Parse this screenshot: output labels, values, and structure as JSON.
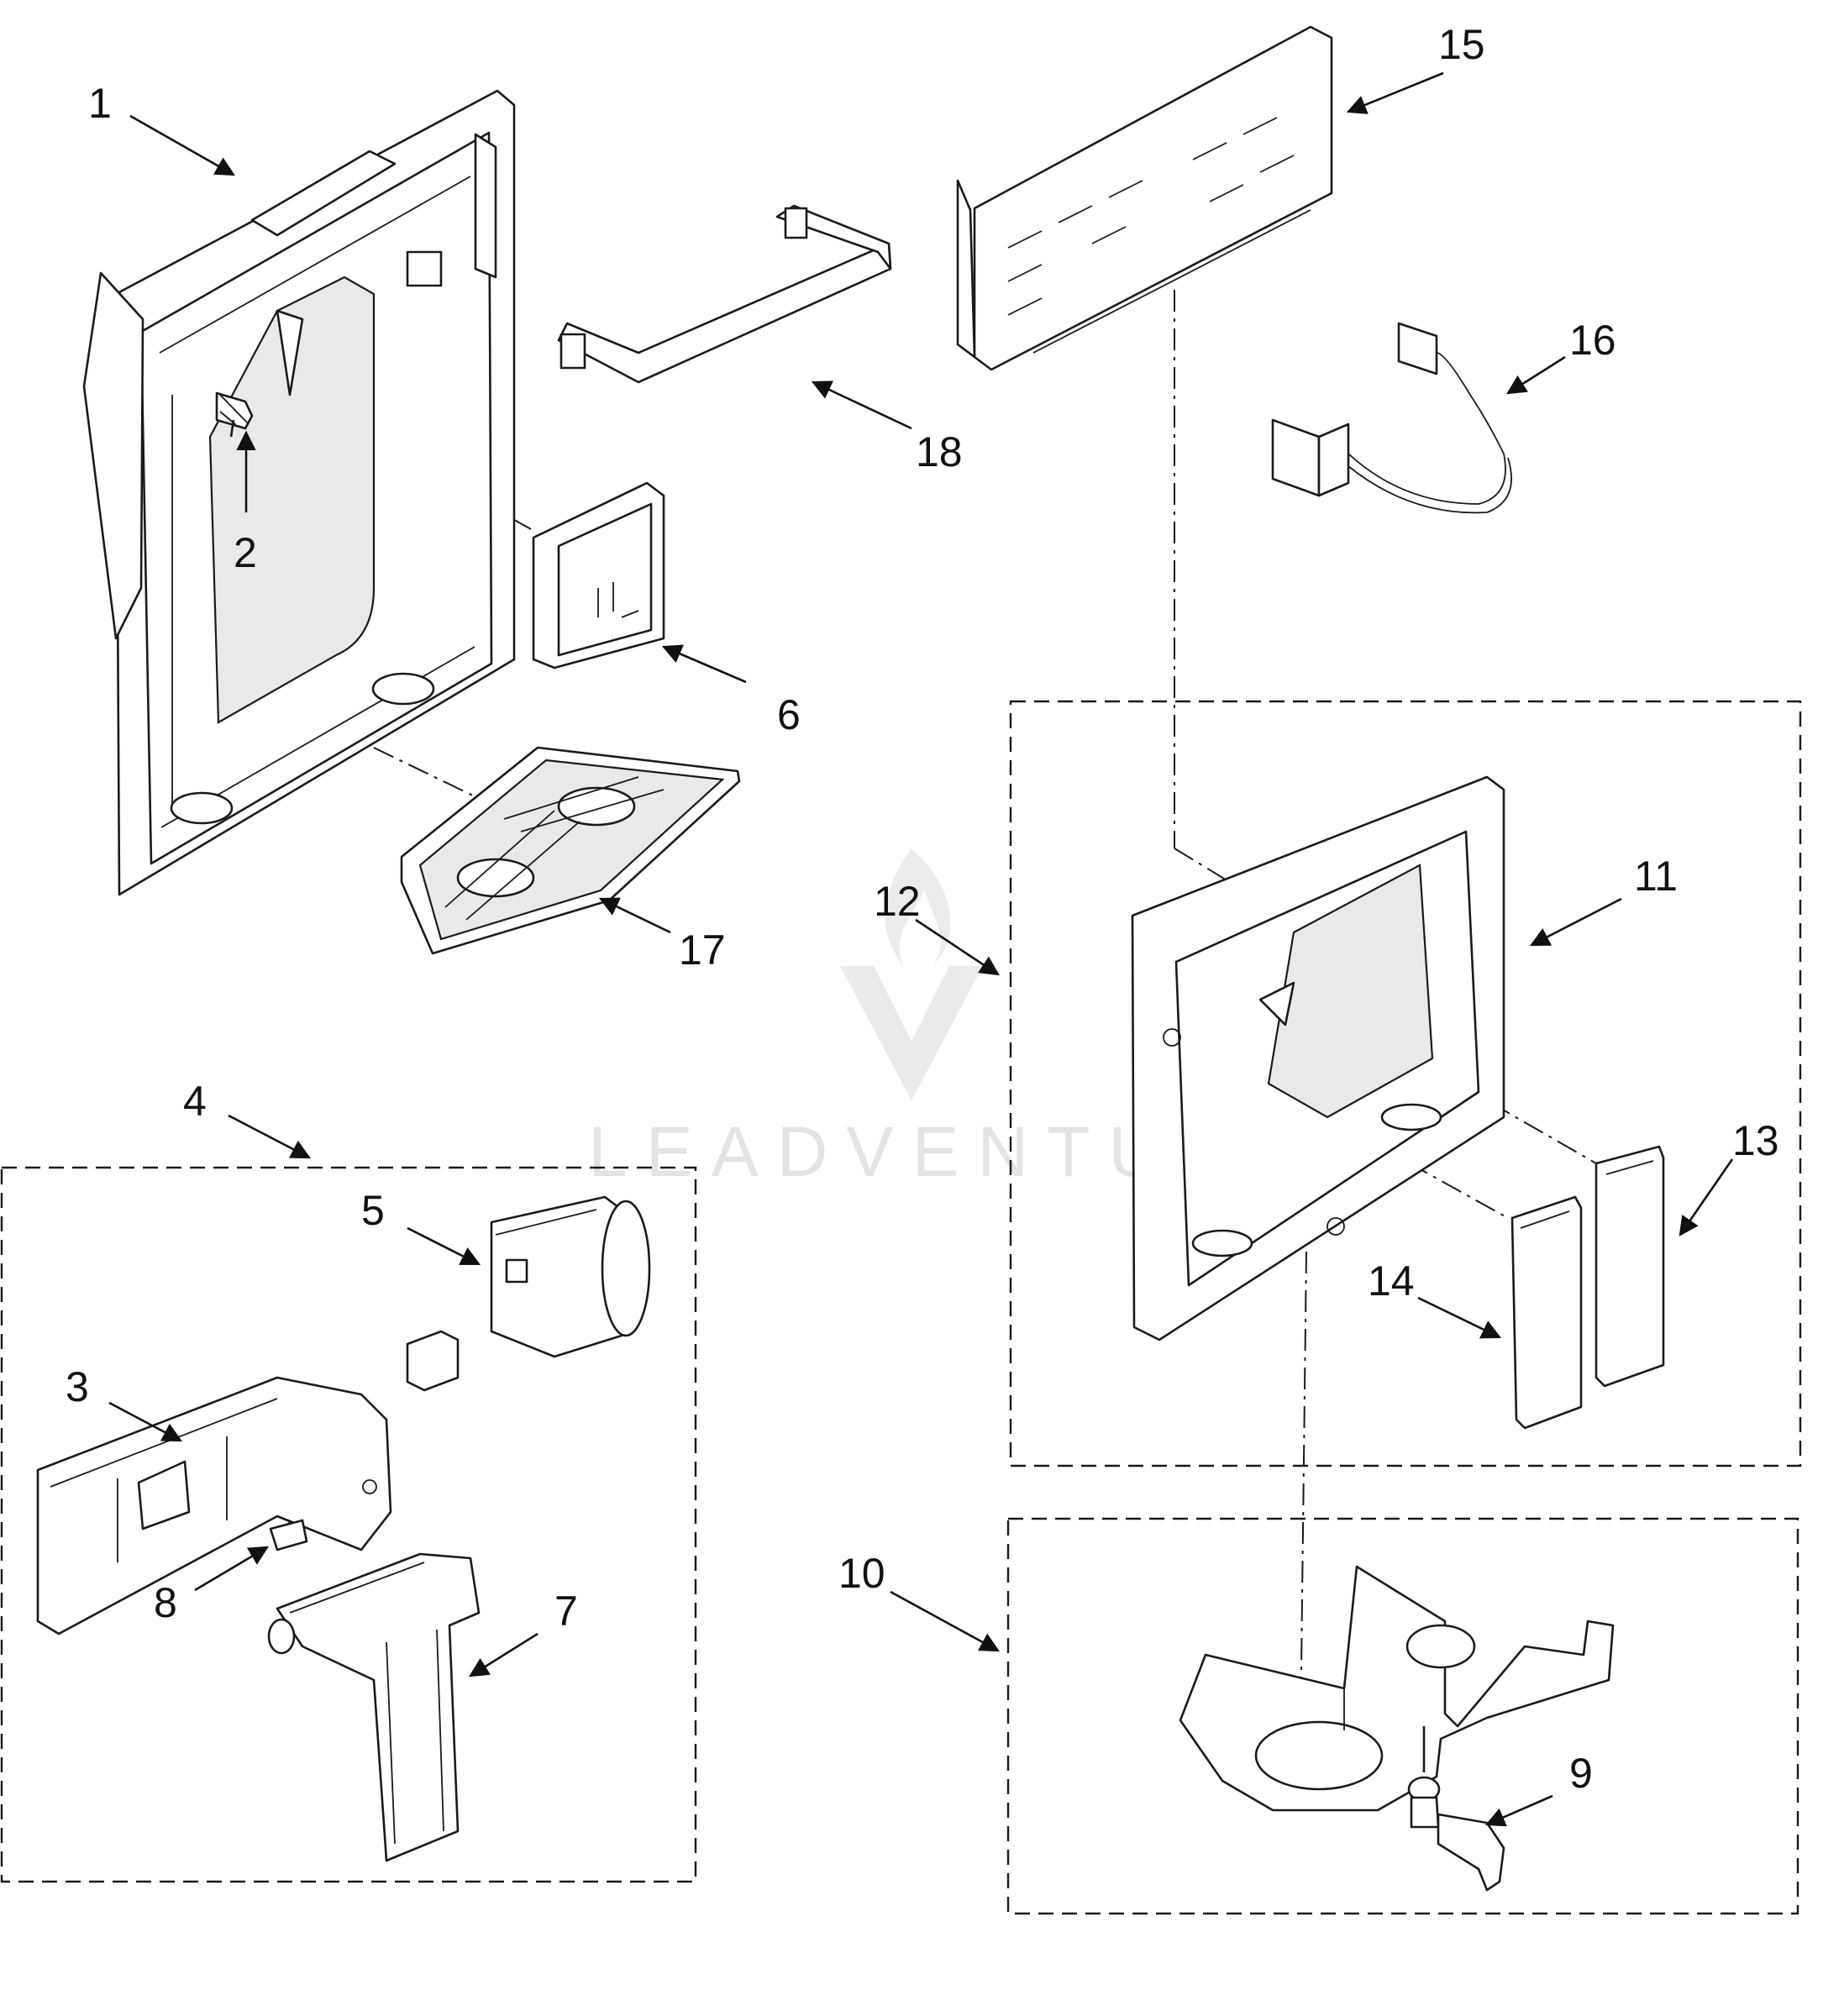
{
  "watermark": {
    "text": "LEADVENTURE",
    "color": "#dddddd"
  },
  "callouts": [
    "1",
    "2",
    "3",
    "4",
    "5",
    "6",
    "7",
    "8",
    "9",
    "10",
    "11",
    "12",
    "13",
    "14",
    "15",
    "16",
    "17",
    "18"
  ],
  "line_color": "#1a1a1a"
}
